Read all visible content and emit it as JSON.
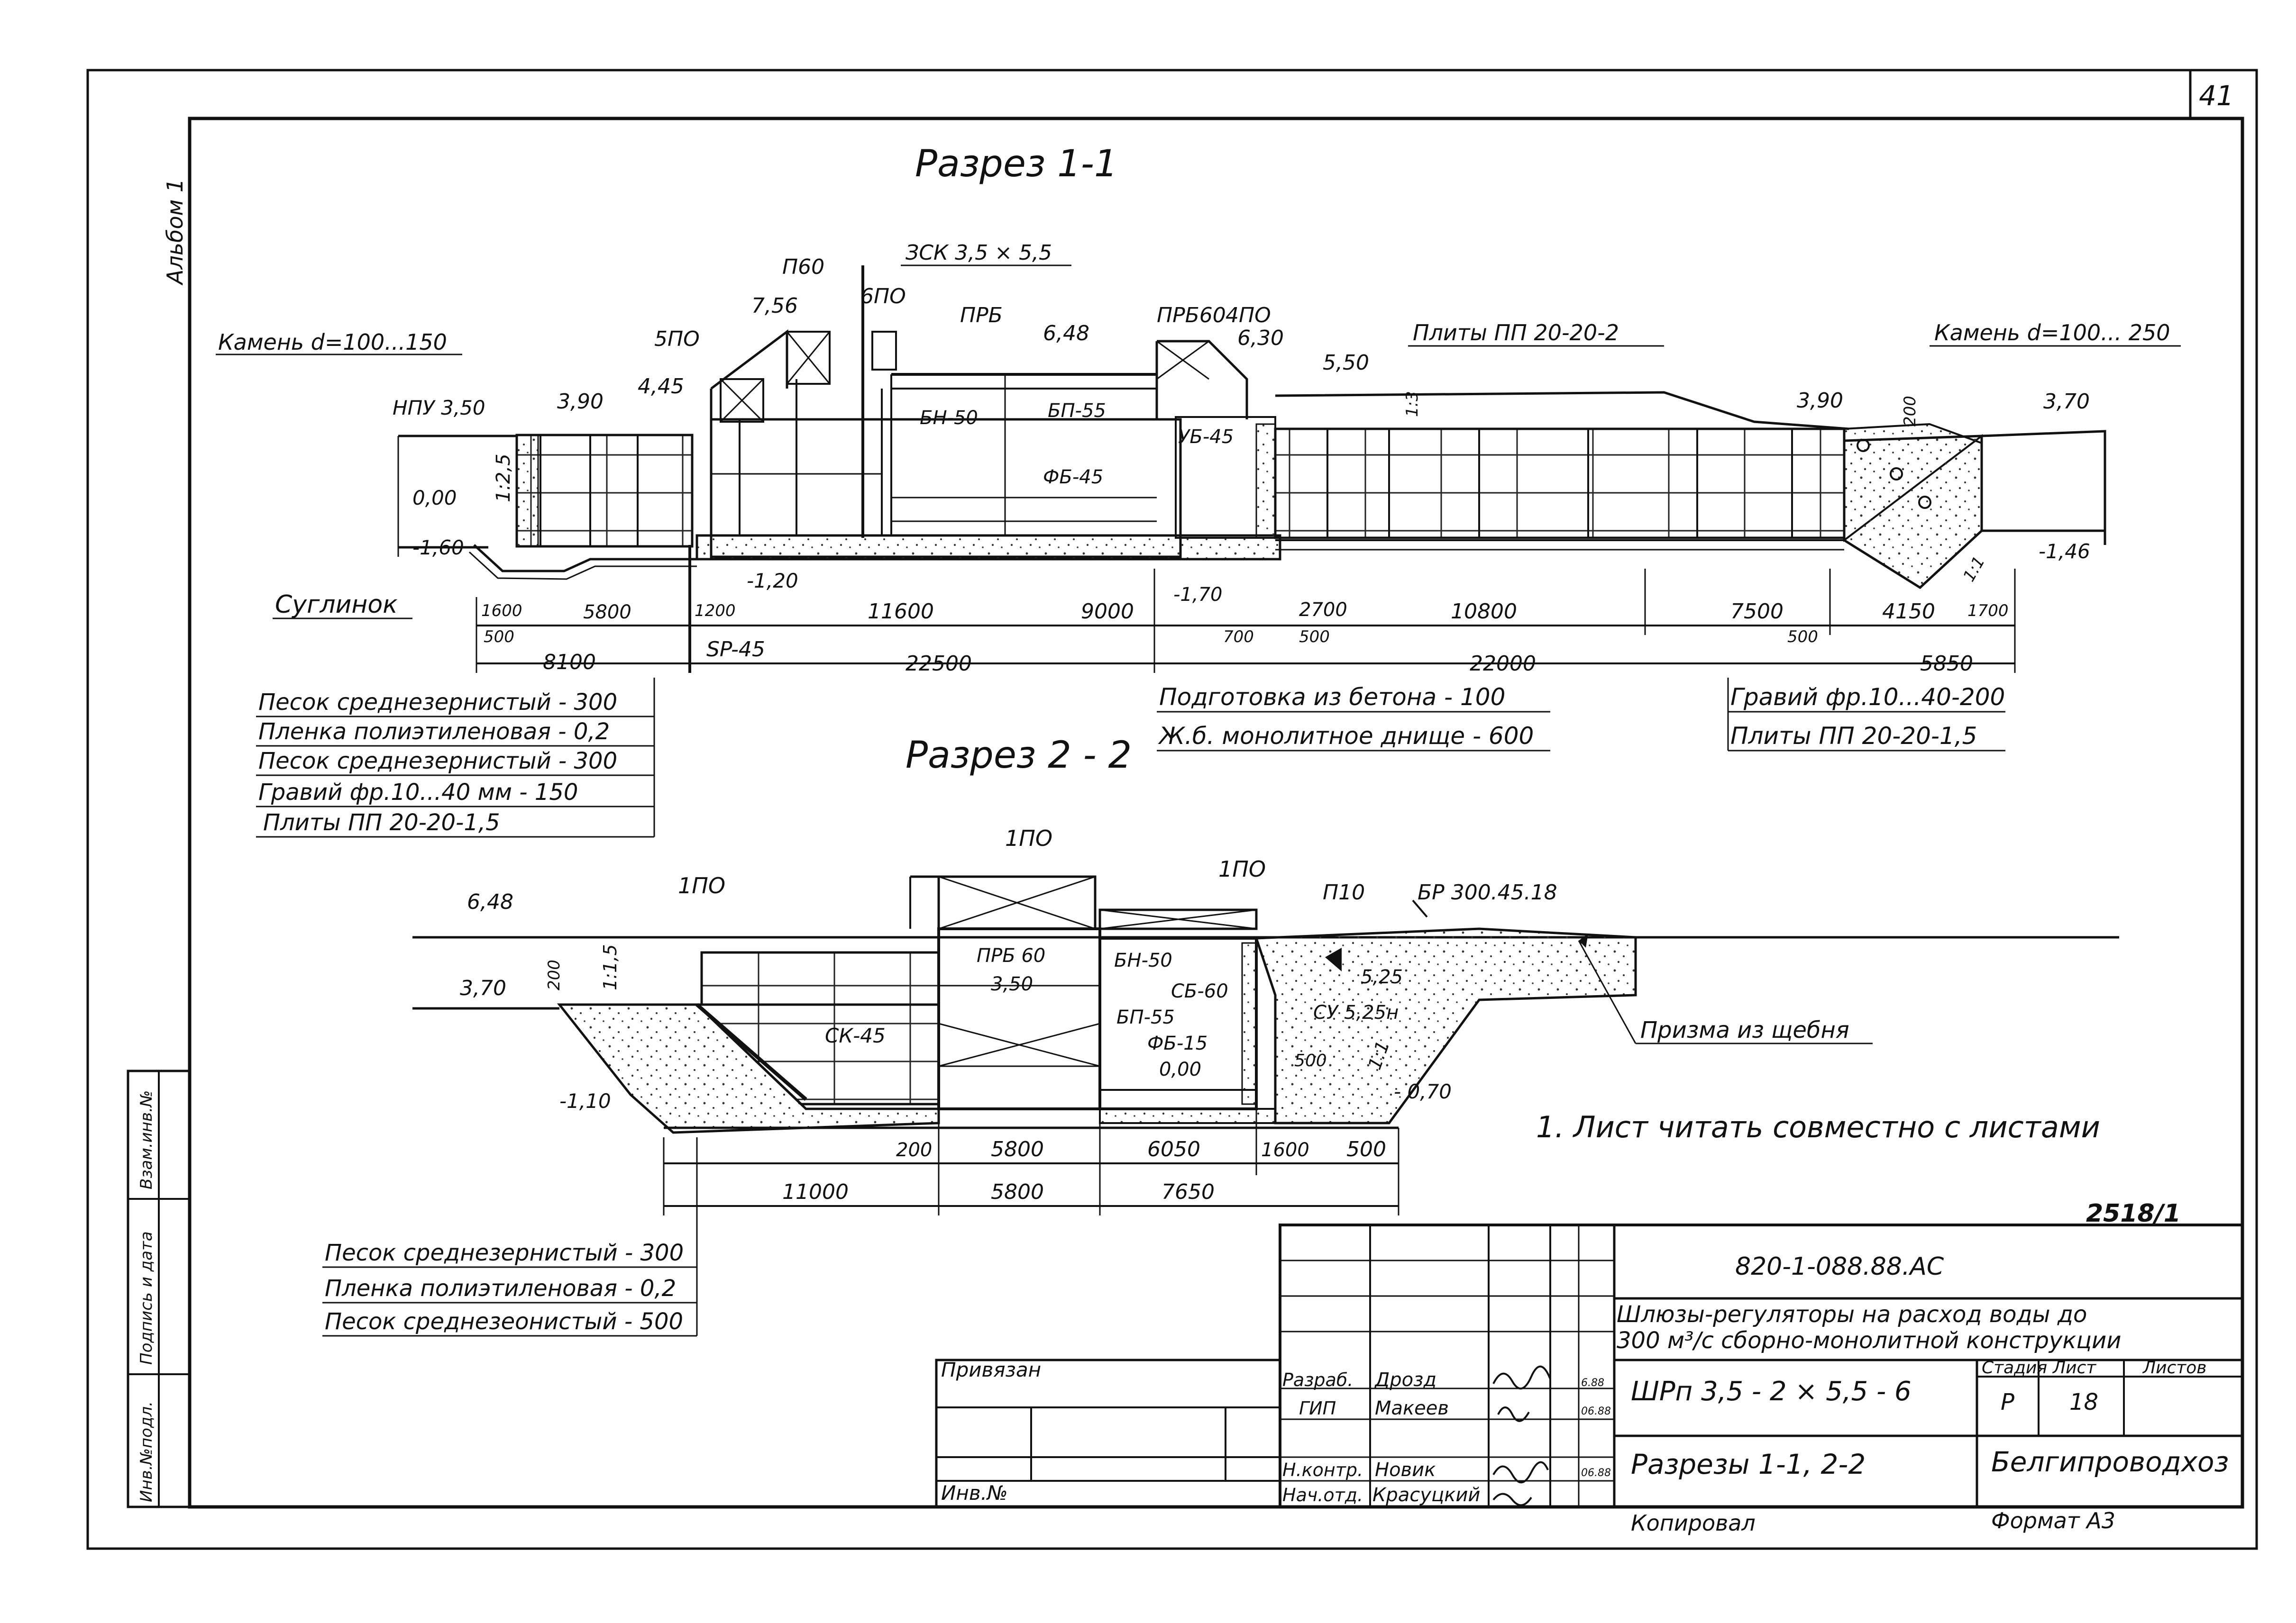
{
  "frame": {
    "sheet_number": "41",
    "album": "Альбом 1",
    "side_labels": [
      "Взам.инв.№",
      "Подпись и дата",
      "Инв.№подл."
    ]
  },
  "section1": {
    "title": "Разрез 1-1",
    "labels": {
      "zsk": "ЗСК 3,5 × 5,5",
      "p60": "П60",
      "l756": "7,56",
      "l6po": "6ПО",
      "l5po": "5ПО",
      "prb": "ПРБ",
      "l648": "6,48",
      "prb60": "ПРБ60",
      "l4po": "4ПО",
      "l630": "6,30",
      "stone1": "Камень d=100...150",
      "npu": "НПУ 3,50",
      "l390a": "3,90",
      "l445": "4,45",
      "l550": "5,50",
      "plates_top": "Плиты ПП 20-20-2",
      "stone2": "Камень d=100... 250",
      "l390b": "3,90",
      "l370": "3,70",
      "bn50": "БН-50",
      "bp55": "БП-55",
      "ub45": "УБ-45",
      "fb45": "ФБ-45",
      "l000": "0,00",
      "slope1": "1:2,5",
      "slope2": "1:3",
      "d200": "200",
      "m160": "-1,60",
      "m120": "-1,20",
      "m170": "-1,70",
      "m146": "-1,46",
      "clay": "Суглинок",
      "slope3": "1:1",
      "sp45": "SP-45"
    },
    "dims": [
      "1600",
      "5800",
      "500",
      "8100",
      "1200",
      "11600",
      "9000",
      "22500",
      "700",
      "2700",
      "500",
      "10800",
      "22000",
      "7500",
      "500",
      "4150",
      "1700",
      "5850"
    ],
    "legend_left": [
      "Песок среднезернистый - 300",
      "Пленка полиэтиленовая - 0,2",
      "Песок среднезернистый - 300",
      "Гравий фр.10...40 мм - 150",
      "Плиты ПП 20-20-1,5"
    ],
    "legend_mid": [
      "Подготовка из бетона - 100",
      "Ж.б. монолитное днище - 600"
    ],
    "legend_right": [
      "Гравий фр.10...40-200",
      "Плиты ПП 20-20-1,5"
    ]
  },
  "section2": {
    "title": "Разрез 2 - 2",
    "labels": {
      "po1a": "1ПО",
      "po1b": "1ПО",
      "po1c": "1ПО",
      "l648": "6,48",
      "p10": "П10",
      "br": "БР 300.45.18",
      "prb60": "ПРБ 60",
      "l350": "3,50",
      "bn50": "БН-50",
      "sb60": "СБ-60",
      "l525": "5,25",
      "su": "СУ 5,25н",
      "l370": "3,70",
      "d200": "200",
      "slope1": "1:1,5",
      "sk45": "СК-45",
      "bp55": "БП-55",
      "fb15": "ФБ-15",
      "l000": "0,00",
      "d500": "500",
      "slope2": "1:1",
      "prism": "Призма из щебня",
      "m110": "-1,10",
      "m070": "- 0,70"
    },
    "dims": [
      "200",
      "5800",
      "6050",
      "1600",
      "500",
      "11000",
      "5800",
      "7650"
    ],
    "legend": [
      "Песок среднезернистый - 300",
      "Пленка полиэтиленовая - 0,2",
      "Песок среднезеонистый - 500"
    ]
  },
  "note": "1. Лист читать совместно с листами",
  "stamp_number": "2518/1",
  "title_block": {
    "code": "820-1-088.88.АС",
    "project_line1": "Шлюзы-регуляторы на расход воды до",
    "project_line2": "300 м³/с сборно-монолитной конструкции",
    "design": "ШРп 3,5 - 2 × 5,5 - 6",
    "stage_h": "Стадия",
    "sheet_h": "Лист",
    "sheets_h": "Листов",
    "stage": "Р",
    "sheet": "18",
    "section_title": "Разрезы 1-1, 2-2",
    "org": "Белгипроводхоз",
    "bound": "Привязан",
    "inv": "Инв.№",
    "roles": [
      "Разраб.",
      "ГИП",
      "Н.контр.",
      "Нач.отд."
    ],
    "names": [
      "Дрозд",
      "Макеев",
      "Новик",
      "Красуцкий"
    ],
    "dates": [
      "6.88",
      "06.88",
      "06.88",
      ""
    ],
    "copied": "Копировал",
    "format": "Формат А3"
  }
}
